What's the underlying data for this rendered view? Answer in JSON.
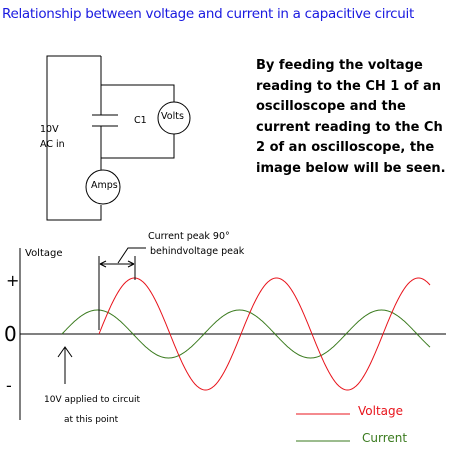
{
  "title": "Relationship between voltage and current in a capacitive circuit",
  "description": "By feeding the voltage reading to the CH 1  of an oscilloscope and the current reading to the Ch 2  of an oscilloscope, the image below will be seen.",
  "circuit": {
    "source_line1": "10V",
    "source_line2": "AC in",
    "capacitor_label": "C1",
    "voltmeter_label": "Volts",
    "ammeter_label": "Amps"
  },
  "graph": {
    "y_axis_label": "Voltage",
    "plus_symbol": "+",
    "zero_symbol": "0",
    "minus_symbol": "-",
    "peak_annotation_line1": "Current peak 90°",
    "peak_annotation_line2": "behindvoltage peak",
    "start_annotation_line1": "10V applied to circuit",
    "start_annotation_line2": "at this point"
  },
  "legend": [
    {
      "label": "Voltage",
      "color": "#e8141c"
    },
    {
      "label": "Current",
      "color": "#3a7a1e"
    }
  ],
  "colors": {
    "title": "#1a1ae0",
    "voltage": "#e8141c",
    "current": "#3a7a1e"
  }
}
